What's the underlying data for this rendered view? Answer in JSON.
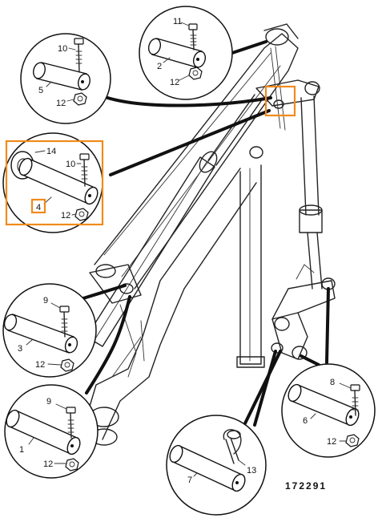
{
  "diagram": {
    "reference_number": "172291",
    "highlight_color": "#F08A1C",
    "ink_color": "#111111",
    "part_labels": {
      "p1": "1",
      "p2": "2",
      "p3": "3",
      "p4": "4",
      "p5": "5",
      "p6": "6",
      "p7": "7",
      "p8": "8",
      "p9a": "9",
      "p9b": "9",
      "p10a": "10",
      "p10b": "10",
      "p11": "11",
      "p12a": "12",
      "p12b": "12",
      "p12c": "12",
      "p12d": "12",
      "p12e": "12",
      "p12f": "12",
      "p13": "13",
      "p14": "14"
    }
  }
}
